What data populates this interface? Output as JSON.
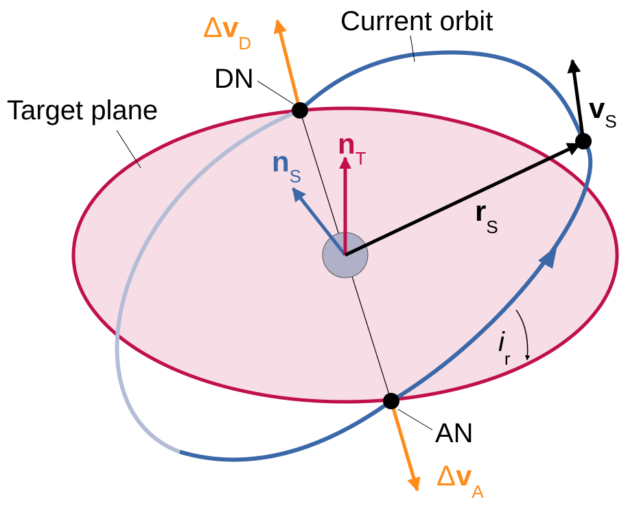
{
  "colors": {
    "target_plane": "#c0104a",
    "target_fill": "#f7dde5",
    "orbit": "#3a68a8",
    "orbit_faded": "#b4bdd6",
    "delta_v": "#ff8c1a",
    "black": "#000000",
    "body": "#b0b0c8"
  },
  "labels": {
    "current_orbit": "Current orbit",
    "target_plane": "Target plane",
    "dn": "DN",
    "an": "AN"
  },
  "vectors": {
    "delta_v_d": {
      "symbol": "Δ",
      "main": "v",
      "sub": "D"
    },
    "delta_v_a": {
      "symbol": "Δ",
      "main": "v",
      "sub": "A"
    },
    "n_s": {
      "main": "n",
      "sub": "S"
    },
    "n_t": {
      "main": "n",
      "sub": "T"
    },
    "r_s": {
      "main": "r",
      "sub": "S"
    },
    "v_s": {
      "main": "v",
      "sub": "S"
    },
    "i_r": {
      "main": "i",
      "sub": "r"
    }
  }
}
